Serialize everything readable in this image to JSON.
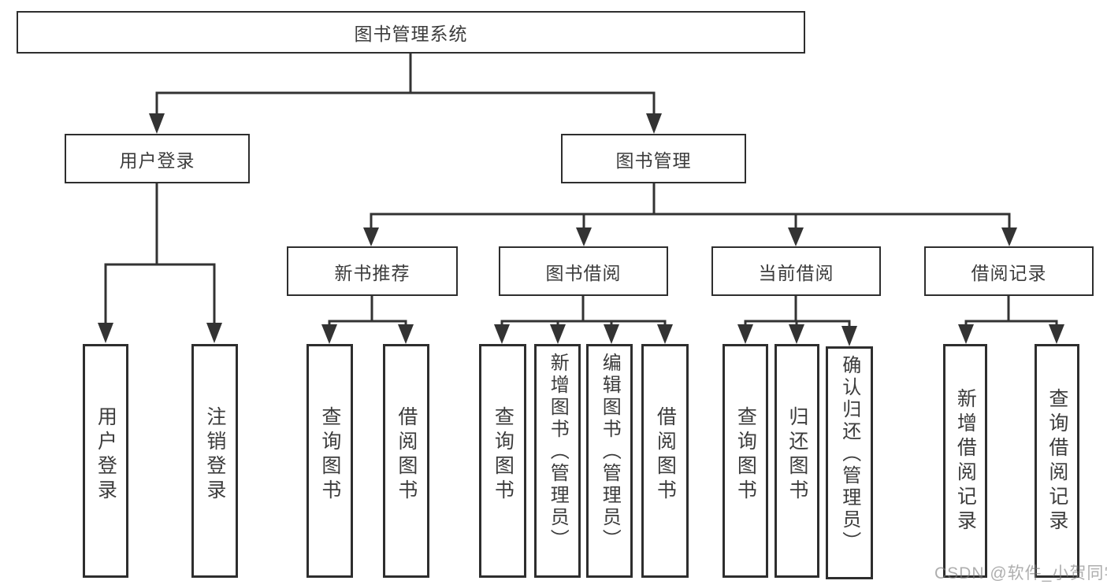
{
  "nodes": {
    "root": {
      "label": "图书管理系统"
    },
    "user_login": {
      "label": "用户登录"
    },
    "book_mgmt": {
      "label": "图书管理"
    },
    "new_book_rec": {
      "label": "新书推荐"
    },
    "book_borrow": {
      "label": "图书借阅"
    },
    "current_borrow": {
      "label": "当前借阅"
    },
    "borrow_records": {
      "label": "借阅记录"
    },
    "leaf_user_login": {
      "label": "用户登录"
    },
    "leaf_logout": {
      "label": "注销登录"
    },
    "leaf_query_book_1": {
      "label": "查询图书"
    },
    "leaf_borrow_book_1": {
      "label": "借阅图书"
    },
    "leaf_query_book_2": {
      "label": "查询图书"
    },
    "leaf_add_book": {
      "label": "新增图书（管理员）"
    },
    "leaf_edit_book": {
      "label": "编辑图书（管理员）"
    },
    "leaf_borrow_book_2": {
      "label": "借阅图书"
    },
    "leaf_query_book_3": {
      "label": "查询图书"
    },
    "leaf_return_book": {
      "label": "归还图书"
    },
    "leaf_confirm_return": {
      "label": "确认归还（管理员）"
    },
    "leaf_add_record": {
      "label": "新增借阅记录"
    },
    "leaf_query_record": {
      "label": "查询借阅记录"
    }
  },
  "hierarchy": {
    "图书管理系统": {
      "用户登录": [
        "用户登录",
        "注销登录"
      ],
      "图书管理": {
        "新书推荐": [
          "查询图书",
          "借阅图书"
        ],
        "图书借阅": [
          "查询图书",
          "新增图书（管理员）",
          "编辑图书（管理员）",
          "借阅图书"
        ],
        "当前借阅": [
          "查询图书",
          "归还图书",
          "确认归还（管理员）"
        ],
        "借阅记录": [
          "新增借阅记录",
          "查询借阅记录"
        ]
      }
    }
  },
  "watermark": {
    "text": "CSDN @软件_小贺同学"
  },
  "colors": {
    "line": "#333333",
    "box_border": "#2e2e2e",
    "text": "#3c3c3c",
    "watermark": "#7d7d7d",
    "background": "#ffffff"
  }
}
